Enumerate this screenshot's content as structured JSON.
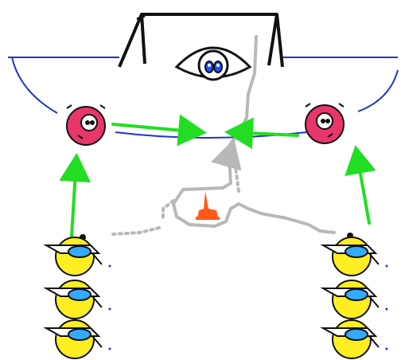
{
  "diagram": {
    "kind": "hockey drill sketch",
    "colors": {
      "background": "#ffffff",
      "goal_frame": "#111111",
      "rink_line": "#2233cc",
      "pass_arrow": "#22dd22",
      "skate_path": "#b8b8b8",
      "cone": "#ff5a1a",
      "defender_body": "#e8366a",
      "player_body": "#ffee22",
      "helmet_visor": "#33aaff",
      "puck": "#111111"
    },
    "icons": {
      "goal": "goal-net-icon",
      "goalie": "goalie-icon",
      "defender": "defender-icon",
      "forward": "forward-player-icon",
      "cone": "cone-icon",
      "puck": "puck-icon"
    },
    "counts": {
      "defenders": 2,
      "forward_lines": 2,
      "forwards_per_line": 3
    }
  }
}
